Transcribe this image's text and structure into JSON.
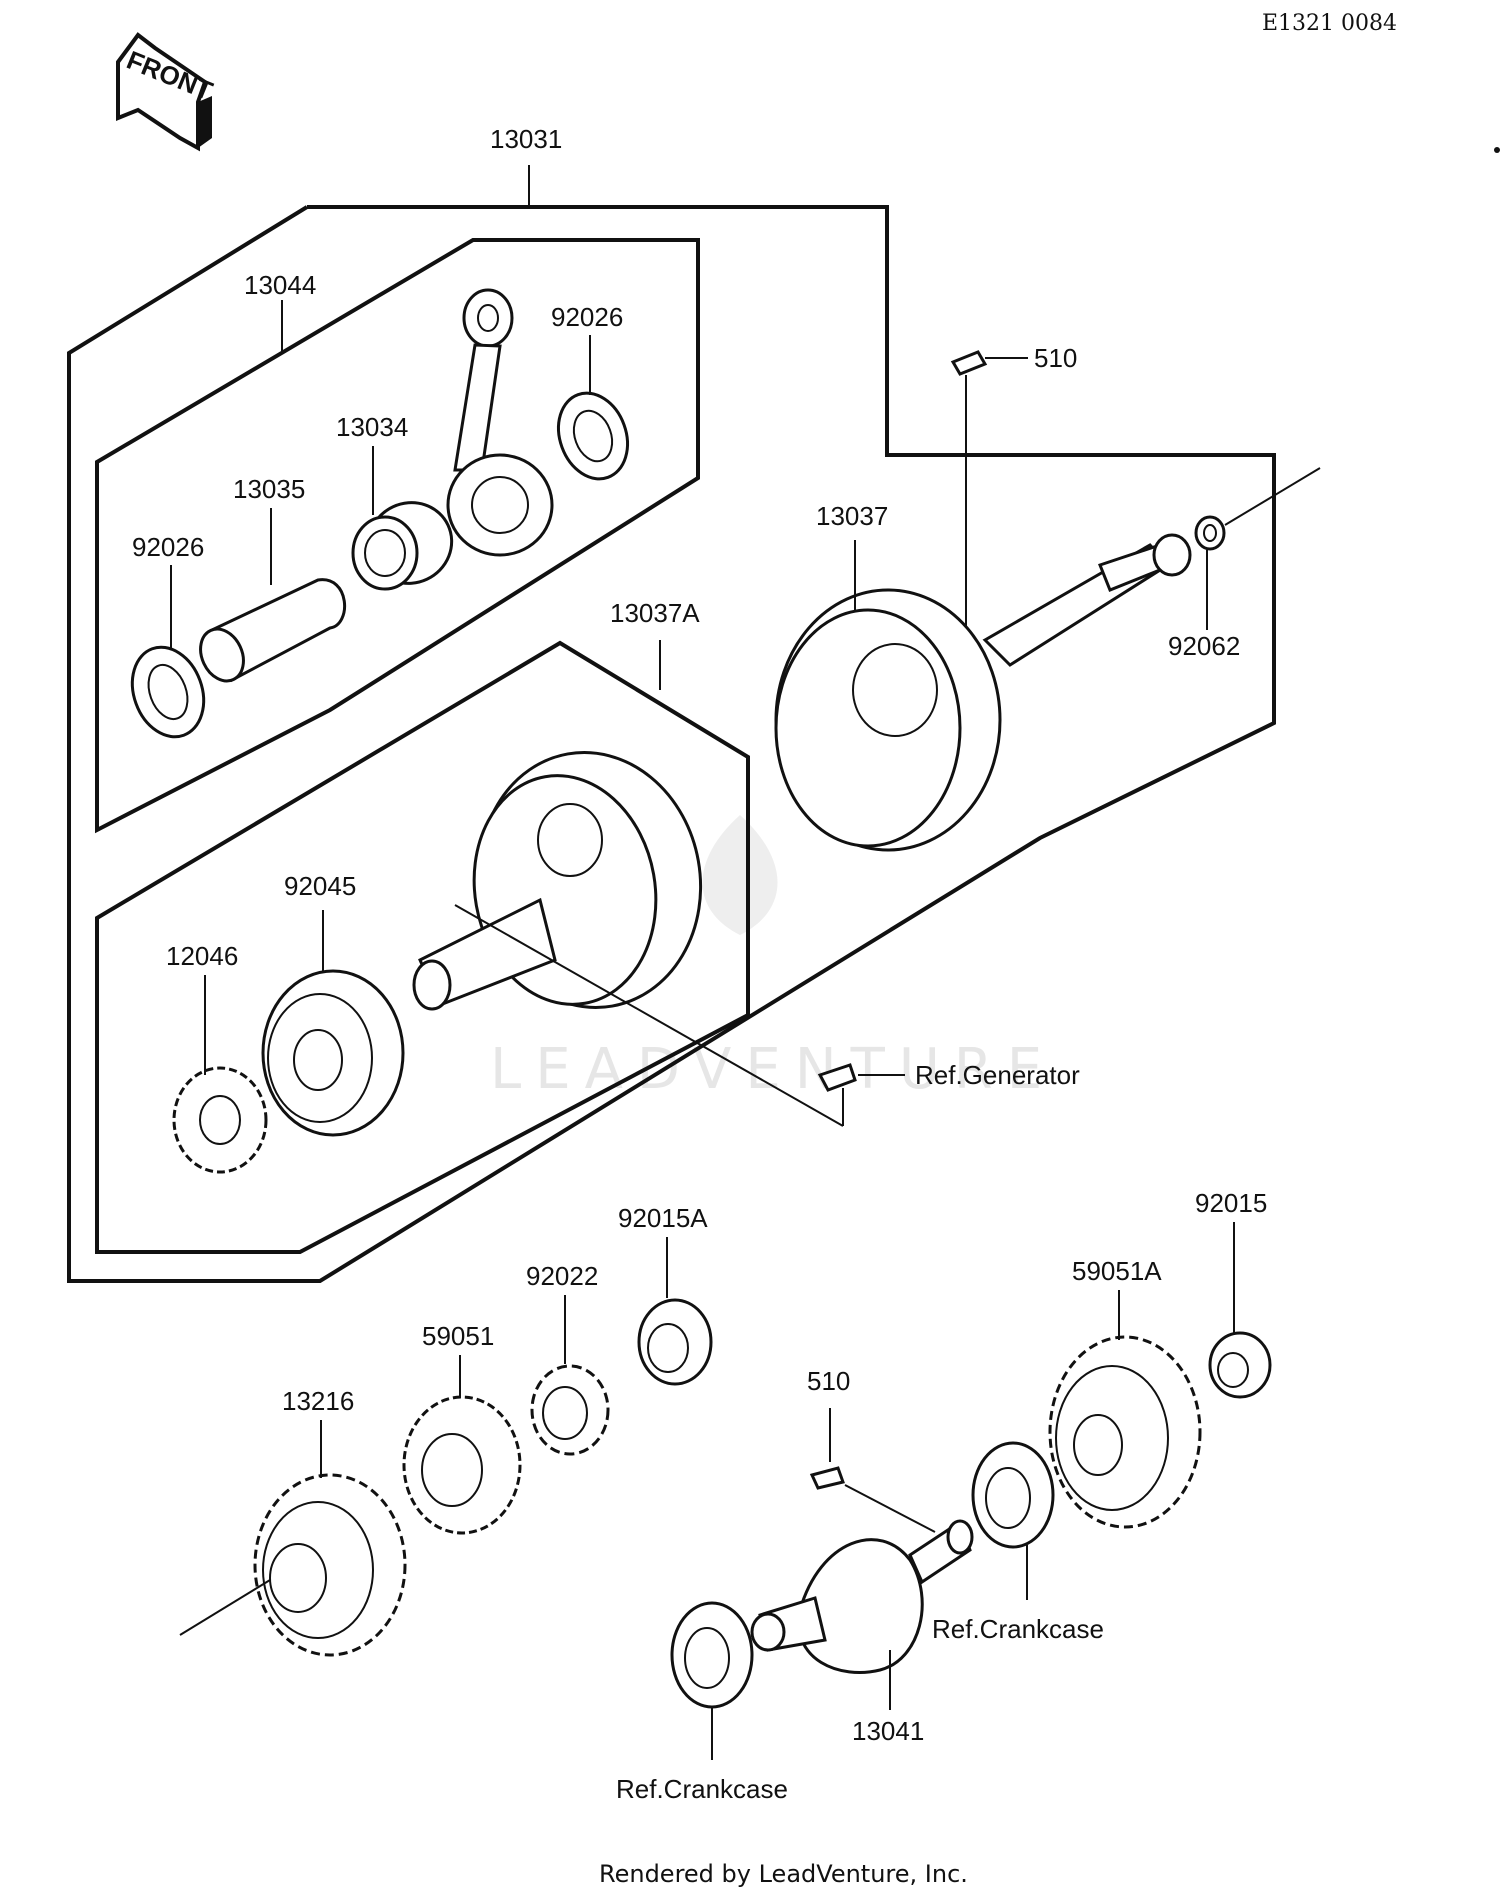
{
  "diagram_code": "E1321 0084",
  "front_arrow_label": "FRONT",
  "footer_text": "Rendered by LeadVenture, Inc.",
  "watermark_text": "LEADVENTURE",
  "colors": {
    "line": "#111111",
    "background": "#ffffff",
    "watermark": "#e6e6e6"
  },
  "parts": {
    "p13031": "13031",
    "p13044": "13044",
    "p92026_a": "92026",
    "p92026_b": "92026",
    "p13034": "13034",
    "p13035": "13035",
    "p510_a": "510",
    "p13037": "13037",
    "p92062": "92062",
    "p13037A": "13037A",
    "p92045": "92045",
    "p12046": "12046",
    "ref_generator": "Ref.Generator",
    "p92015A": "92015A",
    "p92022": "92022",
    "p59051": "59051",
    "p13216": "13216",
    "p510_b": "510",
    "p59051A": "59051A",
    "p92015": "92015",
    "ref_crankcase_a": "Ref.Crankcase",
    "p13041": "13041",
    "ref_crankcase_b": "Ref.Crankcase"
  }
}
